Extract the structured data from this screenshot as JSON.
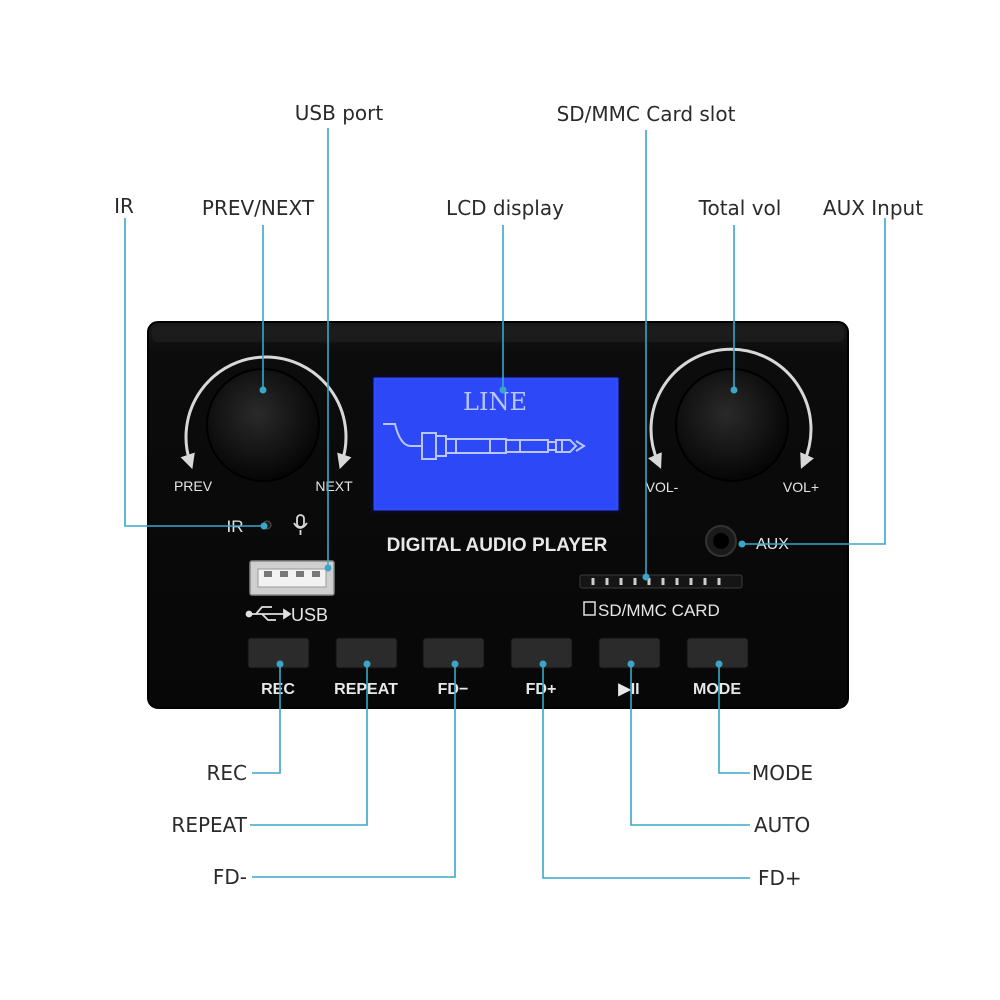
{
  "callouts": {
    "usb_port": "USB port",
    "sd_slot": "SD/MMC Card slot",
    "ir": "IR",
    "prev_next": "PREV/NEXT",
    "lcd_display": "LCD display",
    "total_vol": "Total vol",
    "aux_input": "AUX Input",
    "rec": "REC",
    "repeat": "REPEAT",
    "fd_minus": "FD-",
    "mode": "MODE",
    "auto": "AUTO",
    "fd_plus": "FD+"
  },
  "panel": {
    "title": "DIGITAL AUDIO PLAYER",
    "lcd_text": "LINE",
    "knob_left": {
      "left_label": "PREV",
      "right_label": "NEXT"
    },
    "knob_right": {
      "left_label": "VOL-",
      "right_label": "VOL+"
    },
    "ir_label": "IR",
    "usb_label": "USB",
    "aux_label": "AUX",
    "sd_label": "SD/MMC CARD",
    "buttons": [
      {
        "label": "REC"
      },
      {
        "label": "REPEAT"
      },
      {
        "label": "FD−"
      },
      {
        "label": "FD+"
      },
      {
        "label": "▶II"
      },
      {
        "label": "MODE"
      }
    ]
  },
  "colors": {
    "panel": "#0b0b0b",
    "lcd_background": "#2f4bff",
    "lcd_ink": "#b9c6ff",
    "leader_line": "#3aa7c8"
  },
  "icons": [
    "microphone-icon",
    "usb-symbol-icon",
    "arc-arrow-icon",
    "play-pause-icon",
    "audio-jack-plug-icon"
  ]
}
